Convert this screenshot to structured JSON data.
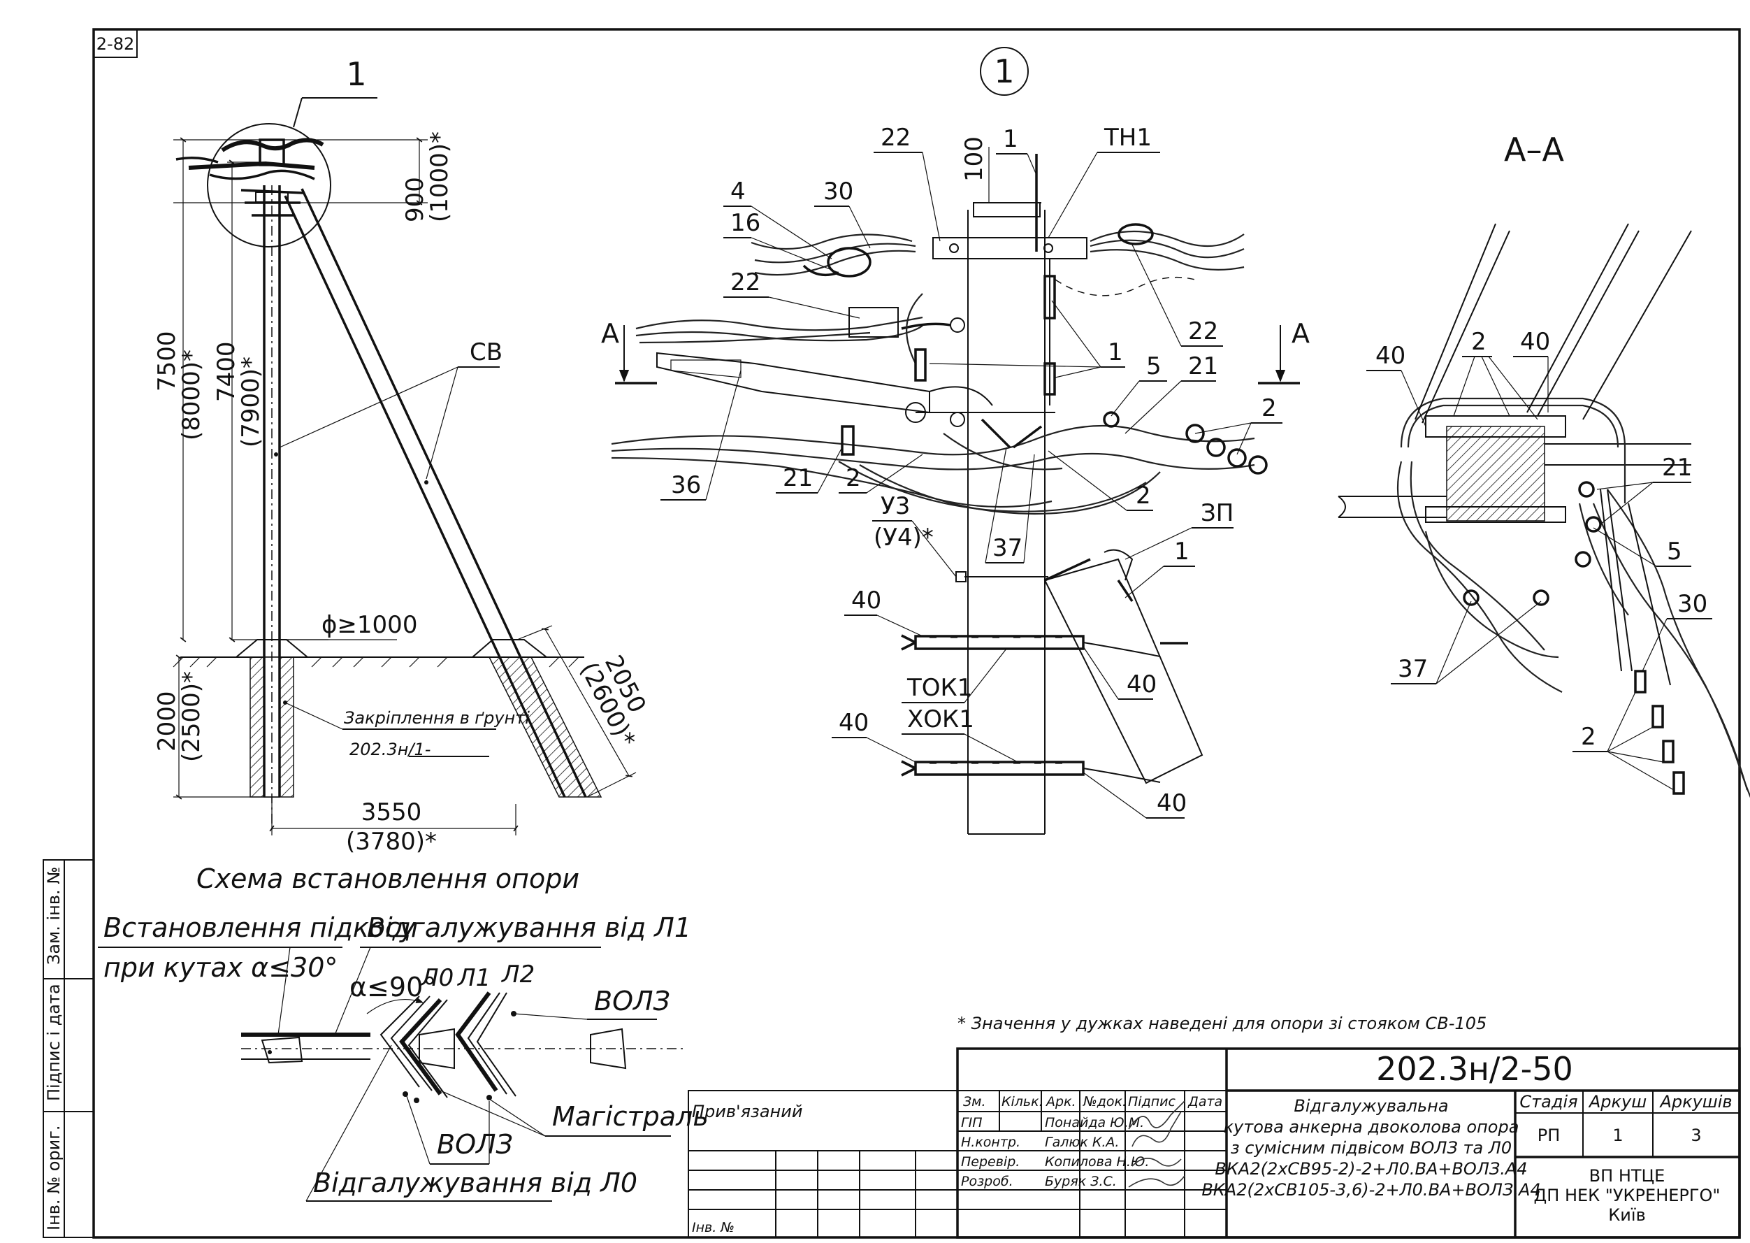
{
  "sheet": {
    "corner_code": "2-82"
  },
  "side_stamp": {
    "cells": [
      "Зам. інв. №",
      "Підпис і дата",
      "Інв. № ориг."
    ]
  },
  "install_scheme": {
    "callout": "1",
    "title": "Схема встановлення опори",
    "strut_label": "СВ",
    "dims": {
      "top": "900",
      "top_alt": "(1000)*",
      "total": "7500",
      "total_alt": "(8000)*",
      "pole": "7400",
      "pole_alt": "(7900)*",
      "hole_diam": "ϕ≥1000",
      "depth": "2000",
      "depth_alt": "(2500)*",
      "strut_depth": "2050",
      "strut_depth_alt": "(2600)*",
      "base": "3550",
      "base_alt": "(3780)*"
    },
    "soil_note": "Закріплення в ґрунті",
    "soil_ref": "202.3н/1-"
  },
  "detail_1": {
    "callout": "1",
    "section_mark": "А",
    "labels": {
      "p100": "100",
      "p1": "1",
      "th1": "ТН1",
      "p22": "22",
      "p4": "4",
      "p30": "30",
      "p16": "16",
      "p5": "5",
      "p21": "21",
      "p2": "2",
      "p36": "36",
      "p37": "37",
      "zp": "ЗП",
      "u3": "У3",
      "u4": "(У4)*",
      "p40": "40",
      "tok1": "ТОК1",
      "xok1": "ХОК1"
    }
  },
  "section_aa": {
    "title": "А–А",
    "labels": {
      "p40": "40",
      "p2": "2",
      "p21": "21",
      "p5": "5",
      "p30": "30",
      "p37": "37"
    }
  },
  "branch_scheme": {
    "strut_title": "Встановлення підкосу",
    "strut_cond": "при кутах α≤30°",
    "branch_l1": "Відгалужування від Л1",
    "angle": "α≤90°",
    "l0": "Л0",
    "l1": "Л1",
    "l2": "Л2",
    "vol3_right": "ВОЛЗ",
    "vol3_bottom": "ВОЛЗ",
    "main": "Магістраль",
    "branch_l0": "Відгалужування від Л0"
  },
  "footnote": "* Значення у дужках наведені для опори зі стояком СВ-105",
  "title_block": {
    "code": "202.3н/2-50",
    "bound": "Прив'язаний",
    "inv": "Інв. №",
    "headers": [
      "Зм.",
      "Кільк.",
      "Арк.",
      "№док.",
      "Підпис",
      "Дата"
    ],
    "roles": [
      {
        "role": "ГІП",
        "name": "Понайда Ю.М."
      },
      {
        "role": "Н.контр.",
        "name": "Галюк К.А."
      },
      {
        "role": "Перевір.",
        "name": "Копилова Н.Ю."
      },
      {
        "role": "Розроб.",
        "name": "Буряк З.С."
      }
    ],
    "description": [
      "Відгалужувальна",
      "кутова анкерна двоколова опора",
      "з сумісним підвісом ВОЛЗ та Л0",
      "ВКА2(2хСВ95-2)-2+Л0.ВА+ВОЛЗ.А4",
      "ВКА2(2хСВ105-3,6)-2+Л0.ВА+ВОЛЗ.А4"
    ],
    "stage_header": "Стадія",
    "sheet_header": "Аркуш",
    "sheets_header": "Аркушів",
    "stage": "РП",
    "sheet": "1",
    "sheets": "3",
    "org": [
      "ВП НТЦЕ",
      "ДП НЕК \"УКРЕНЕРГО\"",
      "Київ"
    ]
  }
}
